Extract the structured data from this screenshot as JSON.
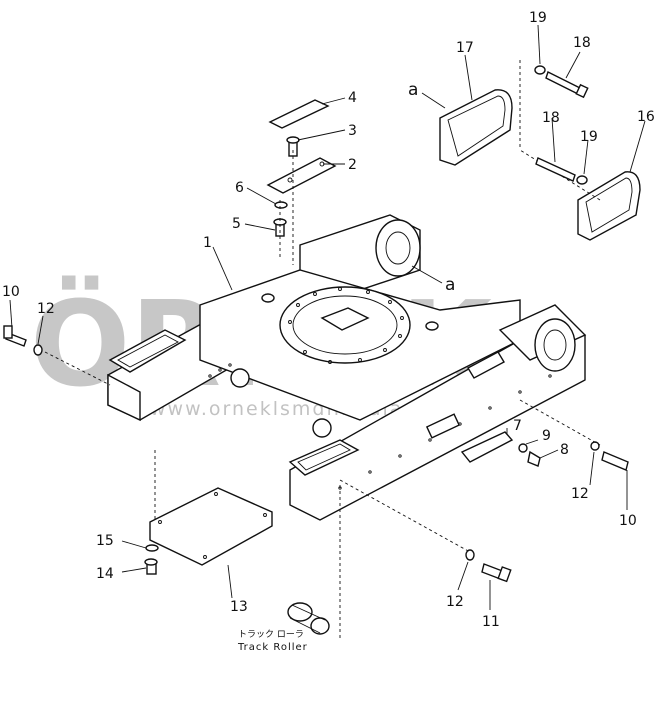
{
  "watermark": {
    "brand": "ÖRNEK",
    "url": "www.orneklsmdllimalari.com.tr"
  },
  "callouts": [
    {
      "id": "c1",
      "label": "1"
    },
    {
      "id": "c2",
      "label": "2"
    },
    {
      "id": "c3",
      "label": "3"
    },
    {
      "id": "c4",
      "label": "4"
    },
    {
      "id": "c5",
      "label": "5"
    },
    {
      "id": "c6",
      "label": "6"
    },
    {
      "id": "c7",
      "label": "7"
    },
    {
      "id": "c8",
      "label": "8"
    },
    {
      "id": "c9",
      "label": "9"
    },
    {
      "id": "c10a",
      "label": "10"
    },
    {
      "id": "c10b",
      "label": "10"
    },
    {
      "id": "c11",
      "label": "11"
    },
    {
      "id": "c12a",
      "label": "12"
    },
    {
      "id": "c12b",
      "label": "12"
    },
    {
      "id": "c12c",
      "label": "12"
    },
    {
      "id": "c13",
      "label": "13"
    },
    {
      "id": "c14",
      "label": "14"
    },
    {
      "id": "c15",
      "label": "15"
    },
    {
      "id": "c16",
      "label": "16"
    },
    {
      "id": "c17",
      "label": "17"
    },
    {
      "id": "c18a",
      "label": "18"
    },
    {
      "id": "c18b",
      "label": "18"
    },
    {
      "id": "c19a",
      "label": "19"
    },
    {
      "id": "c19b",
      "label": "19"
    }
  ],
  "markers": {
    "a_top": "a",
    "a_mid": "a"
  },
  "track_roller": {
    "japanese": "トラック ローラ",
    "english": "Track Roller"
  }
}
